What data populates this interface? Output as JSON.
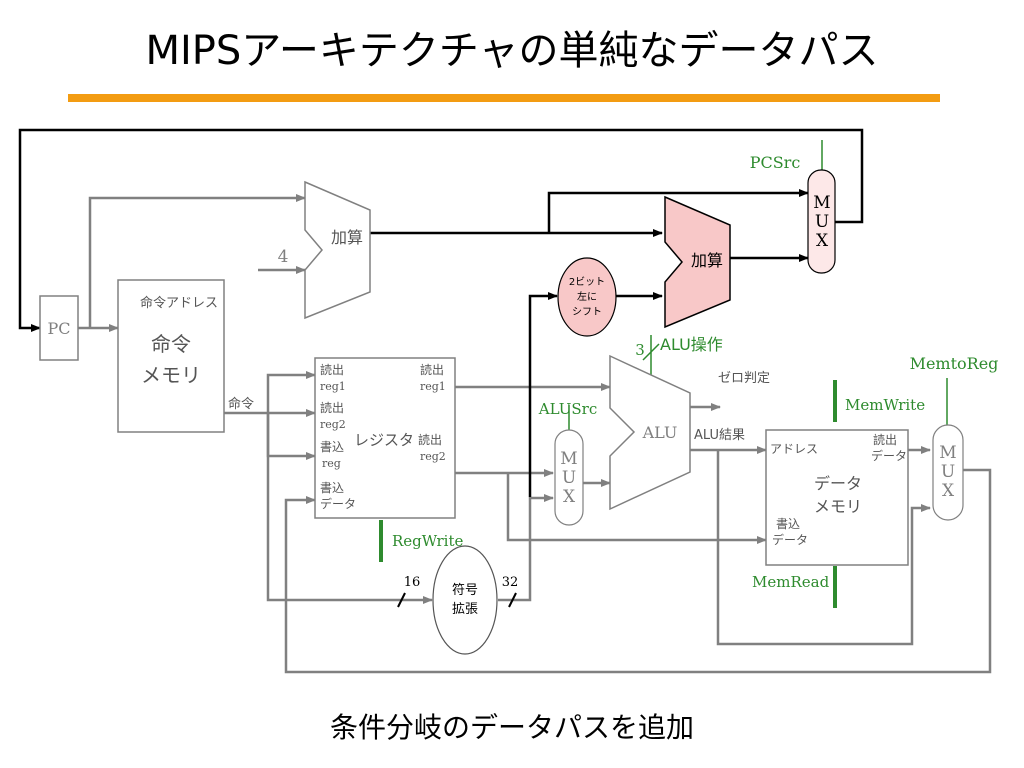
{
  "title": "MIPSアーキテクチャの単純なデータパス",
  "caption": "条件分岐のデータパスを追加",
  "colors": {
    "accent_bar": "#f39c12",
    "control": "#2e8b2e",
    "highlight_fill": "#f8c8c8",
    "datapath": "#808080",
    "branch": "#000000"
  },
  "labels": {
    "pc": "PC",
    "four": "4",
    "adder1": "加算",
    "adder2": "加算",
    "imem_addr": "命令アドレス",
    "imem_l1": "命令",
    "imem_l2": "メモリ",
    "instr": "命令",
    "reg_r1_a": "読出",
    "reg_r1_b": "reg1",
    "reg_r2_a": "読出",
    "reg_r2_b": "reg2",
    "reg_w_a": "書込",
    "reg_w_b": "reg",
    "reg_wd_a": "書込",
    "reg_wd_b": "データ",
    "reg_title": "レジスタ",
    "reg_o1_a": "読出",
    "reg_o1_b": "reg1",
    "reg_o2_a": "読出",
    "reg_o2_b": "reg2",
    "shift_l1": "2ビット",
    "shift_l2": "左に",
    "shift_l3": "シフト",
    "sext_l1": "符号",
    "sext_l2": "拡張",
    "w16": "16",
    "w32": "32",
    "alu": "ALU",
    "alu_op_bits": "3",
    "alu_op": "ALU操作",
    "zero": "ゼロ判定",
    "alu_result": "ALU結果",
    "alusrc": "ALUSrc",
    "pcsrc": "PCSrc",
    "regwrite": "RegWrite",
    "memwrite": "MemWrite",
    "memread": "MemRead",
    "memtoreg": "MemtoReg",
    "mux": [
      "M",
      "U",
      "X"
    ],
    "dmem_addr": "アドレス",
    "dmem_rd_a": "読出",
    "dmem_rd_b": "データ",
    "dmem_wd_a": "書込",
    "dmem_wd_b": "データ",
    "dmem_l1": "データ",
    "dmem_l2": "メモリ"
  }
}
